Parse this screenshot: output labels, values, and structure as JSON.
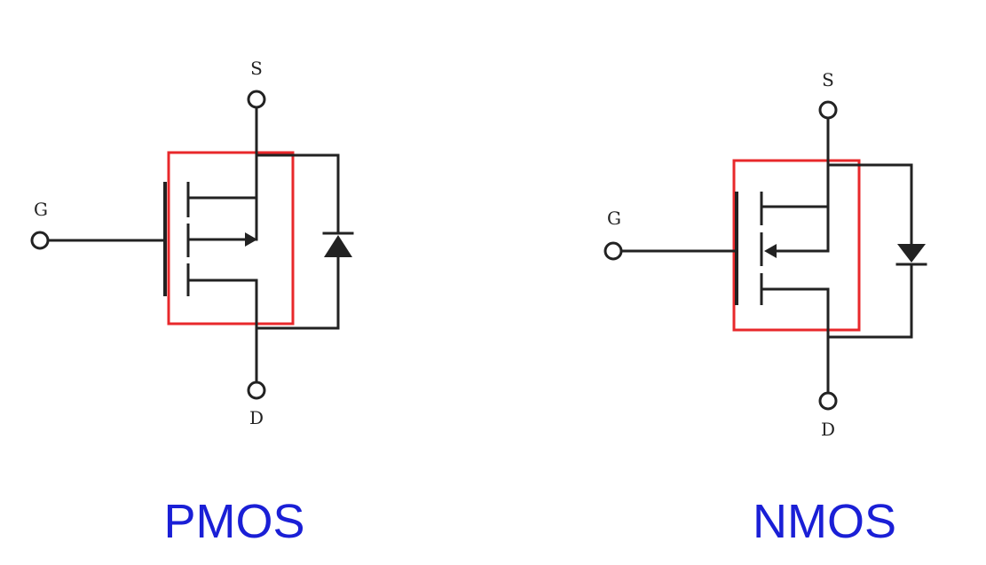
{
  "colors": {
    "wire": "#222222",
    "highlight_box": "#e8282b",
    "title_text": "#1a1fd6",
    "background": "#ffffff"
  },
  "pmos": {
    "title": "PMOS",
    "gate_label": "G",
    "source_label": "S",
    "drain_label": "D"
  },
  "nmos": {
    "title": "NMOS",
    "gate_label": "G",
    "source_label": "S",
    "drain_label": "D"
  }
}
